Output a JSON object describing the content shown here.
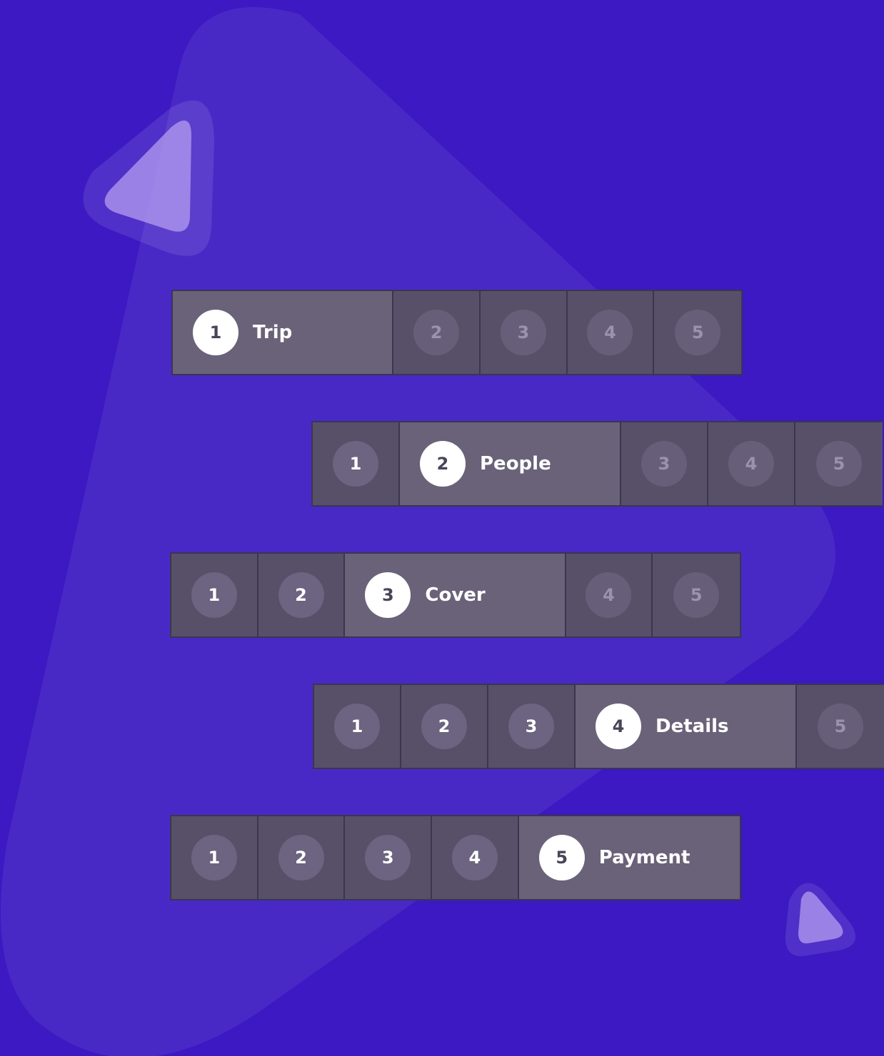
{
  "colors": {
    "background": "#3c19c2",
    "cell": "#585069",
    "active_cell": "#6a6278",
    "active_circle": "#ffffff"
  },
  "steppers": [
    {
      "active_step": 1,
      "steps": [
        {
          "number": "1",
          "label": "Trip",
          "state": "active"
        },
        {
          "number": "2",
          "state": "upcoming"
        },
        {
          "number": "3",
          "state": "upcoming"
        },
        {
          "number": "4",
          "state": "upcoming"
        },
        {
          "number": "5",
          "state": "upcoming"
        }
      ]
    },
    {
      "active_step": 2,
      "steps": [
        {
          "number": "1",
          "state": "completed"
        },
        {
          "number": "2",
          "label": "People",
          "state": "active"
        },
        {
          "number": "3",
          "state": "upcoming"
        },
        {
          "number": "4",
          "state": "upcoming"
        },
        {
          "number": "5",
          "state": "upcoming"
        }
      ]
    },
    {
      "active_step": 3,
      "steps": [
        {
          "number": "1",
          "state": "completed"
        },
        {
          "number": "2",
          "state": "completed"
        },
        {
          "number": "3",
          "label": "Cover",
          "state": "active"
        },
        {
          "number": "4",
          "state": "upcoming"
        },
        {
          "number": "5",
          "state": "upcoming"
        }
      ]
    },
    {
      "active_step": 4,
      "steps": [
        {
          "number": "1",
          "state": "completed"
        },
        {
          "number": "2",
          "state": "completed"
        },
        {
          "number": "3",
          "state": "completed"
        },
        {
          "number": "4",
          "label": "Details",
          "state": "active"
        },
        {
          "number": "5",
          "state": "upcoming"
        }
      ]
    },
    {
      "active_step": 5,
      "steps": [
        {
          "number": "1",
          "state": "completed"
        },
        {
          "number": "2",
          "state": "completed"
        },
        {
          "number": "3",
          "state": "completed"
        },
        {
          "number": "4",
          "state": "completed"
        },
        {
          "number": "5",
          "label": "Payment",
          "state": "active"
        }
      ]
    }
  ]
}
